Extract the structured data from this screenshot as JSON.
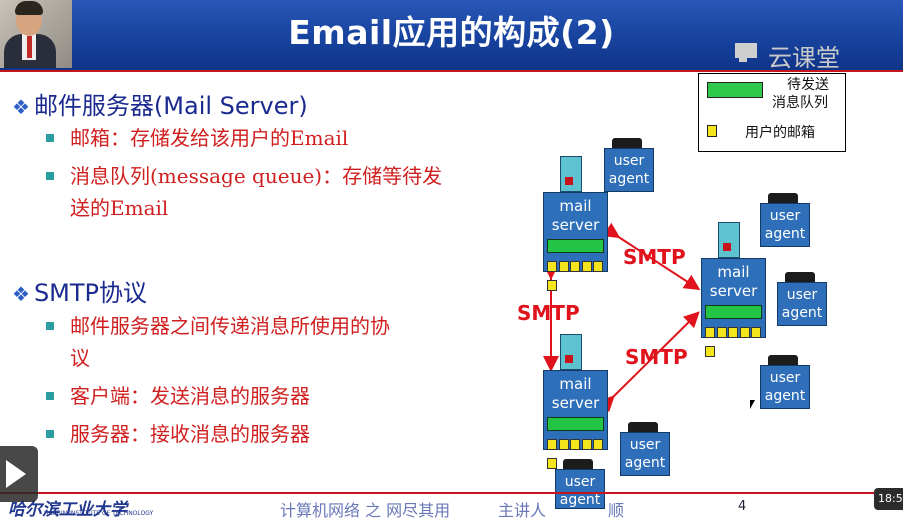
{
  "slide": {
    "title": "Email应用的构成(2)",
    "watermark": "云课堂",
    "section1": {
      "heading": "邮件服务器(Mail Server)",
      "bullets": [
        "邮箱：存储发给该用户的Email",
        "消息队列(message queue)：存储等待发",
        "送的Email"
      ]
    },
    "section2": {
      "heading": "SMTP协议",
      "bullets": [
        "邮件服务器之间传递消息所使用的协",
        "议",
        "客户端：发送消息的服务器",
        "服务器：接收消息的服务器"
      ]
    },
    "legend": {
      "queue_label_line1": "待发送",
      "queue_label_line2": "消息队列",
      "mailbox_label": "用户的邮箱"
    },
    "diagram": {
      "server_label_line1": "mail",
      "server_label_line2": "server",
      "agent_label_line1": "user",
      "agent_label_line2": "agent",
      "protocol_label": "SMTP"
    },
    "footer": {
      "university": "哈尔滨工业大学",
      "university_en": "HARBIN INSTITUTE OF TECHNOLOGY",
      "course": "计算机网络 之 网尽其用",
      "lecturer": "主讲人",
      "lecturer_name": "顺",
      "page": "4"
    }
  },
  "player": {
    "time": "18:5"
  },
  "colors": {
    "title_bar": "#153f9a",
    "accent_red": "#d01f1f",
    "heading_blue": "#1b2a8f",
    "queue_green": "#24c447",
    "mailbox_yellow": "#f5e51d"
  }
}
